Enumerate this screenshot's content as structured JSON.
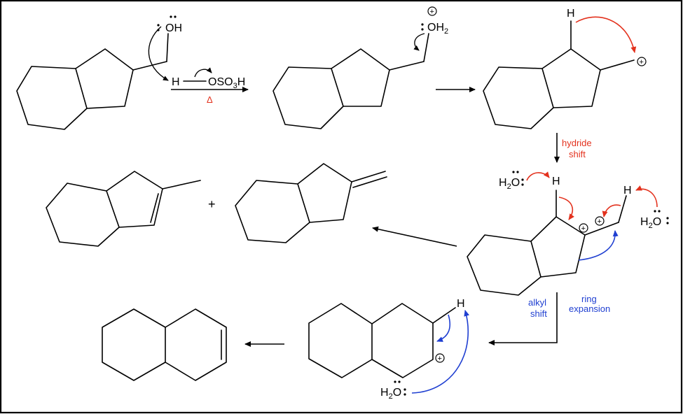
{
  "colors": {
    "accent_red": "#e3321e",
    "accent_blue": "#1f3fd1"
  },
  "labels": {
    "oh": "OH",
    "h": "H",
    "oso3h_main": "OSO",
    "oso3h_sub": "3",
    "oso3h_tail": "H",
    "delta": "Δ",
    "oh2_main": "OH",
    "oh2_sub": "2",
    "h2o_main": "H",
    "h2o_sub": "2",
    "h2o_tail": "O",
    "hydride_line1": "hydride",
    "hydride_line2": "shift",
    "alkyl_line1": "alkyl",
    "alkyl_line2": "shift",
    "ring_line1": "ring",
    "ring_line2": "expansion",
    "plus": "+",
    "charge": "+"
  }
}
